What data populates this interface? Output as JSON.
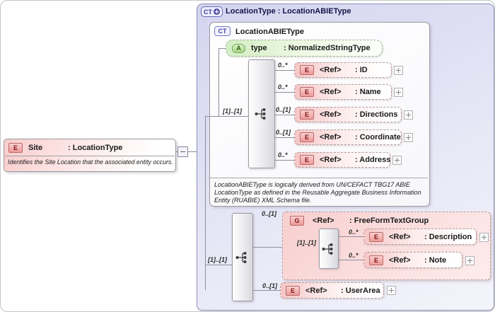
{
  "site": {
    "badge": "E",
    "name": "Site",
    "type": ": LocationType",
    "annotation": "Identifies the Site Location that the associated entity occurs."
  },
  "panel": {
    "badge": "CT",
    "title": "LocationType : LocationABIEType"
  },
  "base_type": {
    "badge": "CT",
    "title": "LocationABIEType",
    "attribute": {
      "badge": "A",
      "name": "type",
      "type": ": NormalizedStringType"
    },
    "sequence_cardinality": "[1]..[1]",
    "children": [
      {
        "badge": "E",
        "cardinality": "0..*",
        "ref": "<Ref>",
        "type": ": ID"
      },
      {
        "badge": "E",
        "cardinality": "0..*",
        "ref": "<Ref>",
        "type": ": Name"
      },
      {
        "badge": "E",
        "cardinality": "0..[1]",
        "ref": "<Ref>",
        "type": ": Directions"
      },
      {
        "badge": "E",
        "cardinality": "0..[1]",
        "ref": "<Ref>",
        "type": ": Coordinate"
      },
      {
        "badge": "E",
        "cardinality": "0..*",
        "ref": "<Ref>",
        "type": ": Address"
      }
    ],
    "annotation": "LocationABIEType is logically derived from UN/CEFACT TBG17 ABIE LocationType as defined in the Reusable Aggregate Business Information Entity (RUABIE) XML Schema file."
  },
  "extension": {
    "sequence_cardinality": "[1]..[1]",
    "group": {
      "badge": "G",
      "cardinality": "0..[1]",
      "ref": "<Ref>",
      "type": ": FreeFormTextGroup",
      "sequence_cardinality": "[1]..[1]",
      "children": [
        {
          "badge": "E",
          "cardinality": "0..*",
          "ref": "<Ref>",
          "type": ": Description"
        },
        {
          "badge": "E",
          "cardinality": "0..*",
          "ref": "<Ref>",
          "type": ": Note"
        }
      ]
    },
    "user_area": {
      "badge": "E",
      "cardinality": "0..[1]",
      "ref": "<Ref>",
      "type": ": UserArea"
    }
  },
  "colors": {
    "panel_lavender": "#d4d4ef",
    "element_pink": "#f6c6c6",
    "attribute_green": "#d3eec4",
    "connector_gray": "#8d8d9d"
  }
}
